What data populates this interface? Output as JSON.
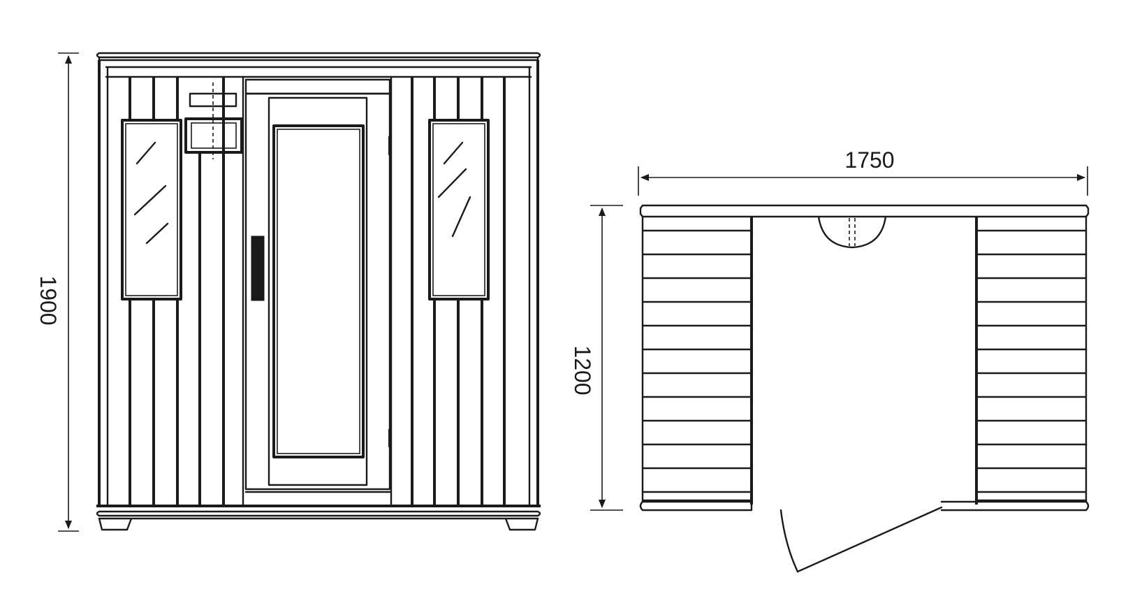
{
  "dimensions": {
    "height": "1900",
    "width": "1750",
    "depth": "1200"
  },
  "colors": {
    "line": "#1a1a1a",
    "background": "#ffffff"
  },
  "views": [
    "front-elevation",
    "top-plan"
  ]
}
